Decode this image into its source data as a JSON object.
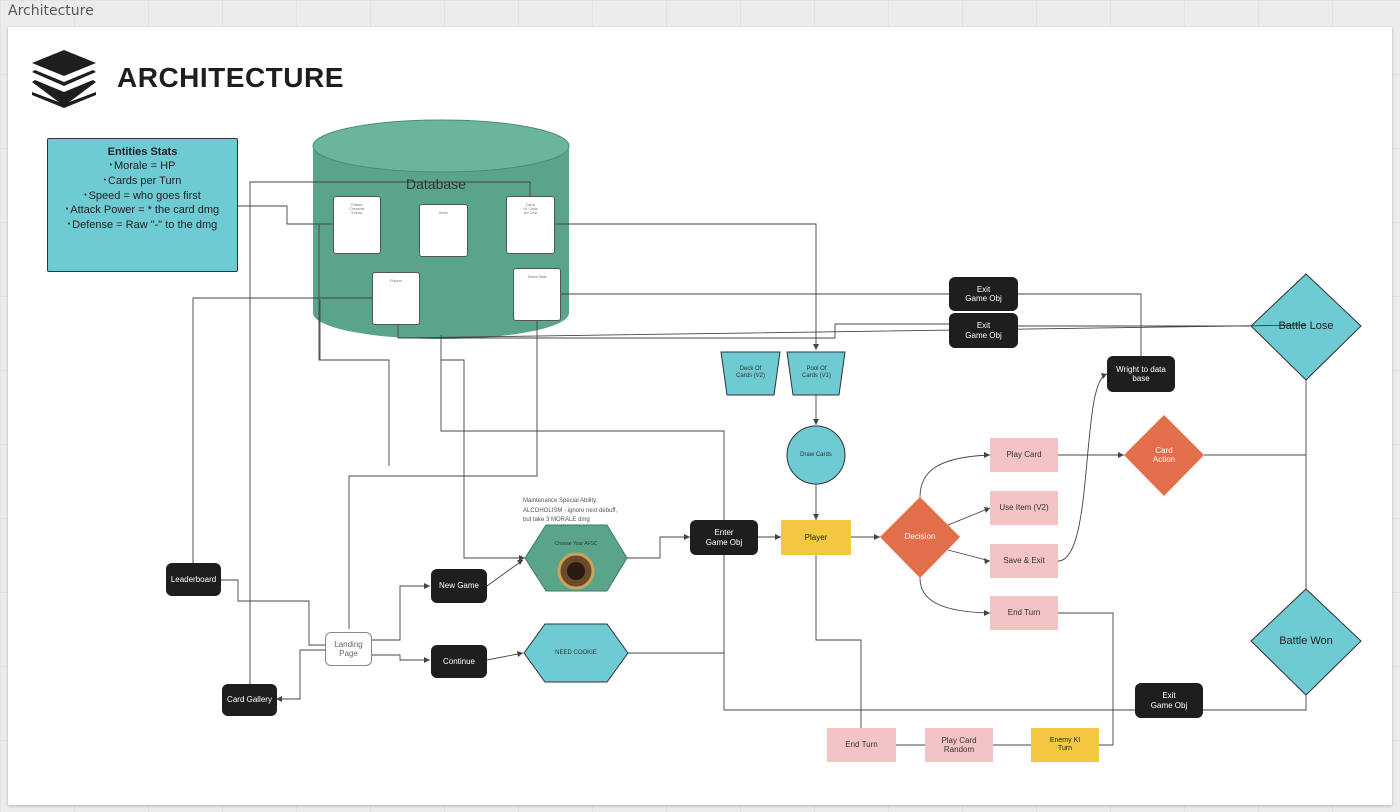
{
  "page": {
    "tab_title": "Architecture",
    "title": "ARCHITECTURE"
  },
  "colors": {
    "teal": "#6ecad3",
    "database_green": "#5aa58a",
    "black_node": "#1e1e1e",
    "pink_node": "#f4c4c4",
    "yellow_node": "#f2c843",
    "orange_node": "#e36f4a"
  },
  "stats_box": {
    "heading": "Entities Stats",
    "items": [
      "Morale = HP",
      "Cards per Turn",
      "Speed = who goes first",
      "Attack Power = * the card dmg",
      "Defense = Raw \"-\" to the dmg"
    ]
  },
  "database": {
    "label": "Database",
    "tables": {
      "entities": "Entities\nCharacter\nEnemy",
      "items": "Items",
      "cards": "Cards\nV4 Cards\nper Char",
      "players": "Players",
      "status": "Status Stats"
    }
  },
  "nodes": {
    "leaderboard": "Leaderboard",
    "card_gallery": "Card Gallery",
    "landing_page": "Landing\nPage",
    "new_game": "New Game",
    "continue": "Continue",
    "choose_afsc": "Choose Your AFSC",
    "need_cookie": "NEED COOKIE",
    "enter_game": "Enter\nGame Obj",
    "deck_of_cards": "Deck Of\nCards  (V2)",
    "pool_of_cards": "Pool Of\nCards  (V1)",
    "draw_cards": "Draw Cards",
    "player": "Player",
    "decision": "Decision",
    "play_card": "Play Card",
    "use_item": "Use Item (V2)",
    "save_exit": "Save & Exit",
    "end_turn_top": "End Turn",
    "card_action": "Card\nAction",
    "wright_db": "Wright to data\nbase",
    "exit_game_1": "Exit\nGame Obj",
    "exit_game_2": "Exit\nGame Obj",
    "exit_game_3": "Exit\nGame Obj",
    "battle_lose": "Battle Lose",
    "battle_won": "Battle Won",
    "end_turn_bottom": "End Turn",
    "play_card_random": "Play Card\nRandom",
    "enemy_ki_turn": "Enemy KI\nTurn"
  },
  "note": "Maintenance Special Ability:\nALCOHOLISM - ignore next debuff,\nbut take 3 MORALE dmg"
}
